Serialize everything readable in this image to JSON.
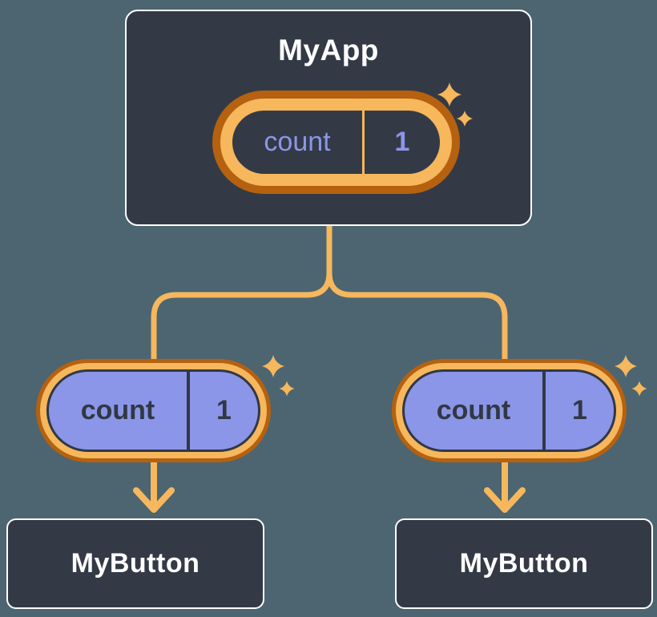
{
  "colors": {
    "background": "#4c6571",
    "card-fill": "#333a46",
    "card-border": "#ffffff",
    "card-text": "#ffffff",
    "accent-light": "#f6b75d",
    "accent-dark": "#b5610f",
    "pill-fill": "#8b96e8",
    "pill-ink": "#313844"
  },
  "diagram": {
    "root": {
      "label": "MyApp",
      "state_pill": {
        "key": "count",
        "value": "1"
      }
    },
    "children": [
      {
        "label": "MyButton",
        "pill": {
          "key": "count",
          "value": "1"
        }
      },
      {
        "label": "MyButton",
        "pill": {
          "key": "count",
          "value": "1"
        }
      }
    ]
  }
}
